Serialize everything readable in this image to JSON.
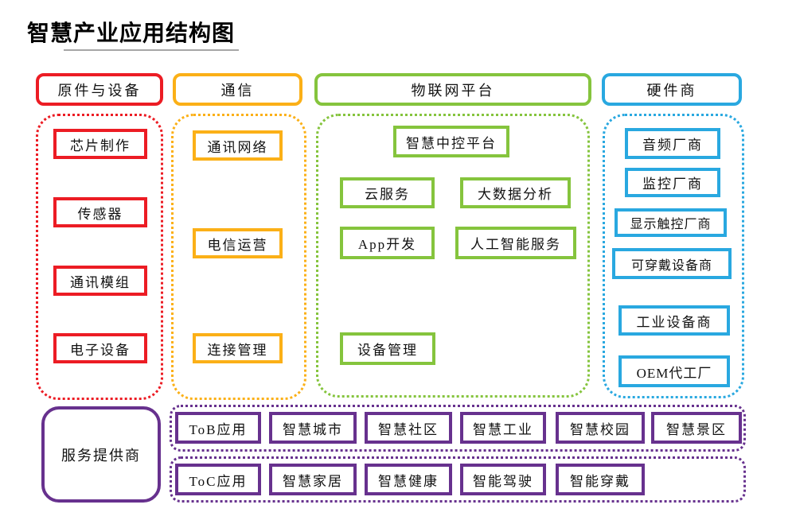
{
  "title": "智慧产业应用结构图",
  "colors": {
    "red": "#ec1c24",
    "yellow": "#fbb017",
    "green": "#85c43d",
    "blue": "#29a8e0",
    "purple": "#67318e"
  },
  "columns": [
    {
      "header": "原件与设备",
      "items": [
        "芯片制作",
        "传感器",
        "通讯模组",
        "电子设备"
      ]
    },
    {
      "header": "通信",
      "items": [
        "通讯网络",
        "电信运营",
        "连接管理"
      ]
    },
    {
      "header": "物联网平台",
      "items": [
        "智慧中控平台",
        "云服务",
        "大数据分析",
        "App开发",
        "人工智能服务",
        "设备管理"
      ]
    },
    {
      "header": "硬件商",
      "items": [
        "音频厂商",
        "监控厂商",
        "显示触控厂商",
        "可穿戴设备商",
        "工业设备商",
        "OEM代工厂"
      ]
    }
  ],
  "bottom": {
    "service_provider": "服务提供商",
    "tob_row": [
      "ToB应用",
      "智慧城市",
      "智慧社区",
      "智慧工业",
      "智慧校园",
      "智慧景区"
    ],
    "toc_row": [
      "ToC应用",
      "智慧家居",
      "智慧健康",
      "智能驾驶",
      "智能穿戴"
    ]
  }
}
